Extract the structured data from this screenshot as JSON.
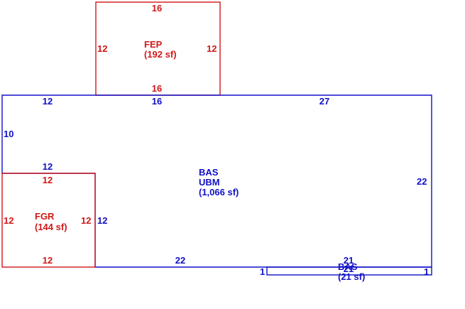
{
  "colors": {
    "main_area": "#1010c8",
    "secondary_area": "#d01818"
  },
  "areas": {
    "fep": {
      "code": "FEP",
      "area": "(192 sf)",
      "dims": {
        "top": "16",
        "left": "12",
        "right": "12",
        "bottom": "16"
      }
    },
    "bas_main": {
      "code": "BAS",
      "sub_code": "UBM",
      "area": "(1,066 sf)",
      "dims": {
        "top_left": "12",
        "top_mid": "16",
        "top_right": "27",
        "left_upper": "10",
        "right": "22",
        "inner_top": "12",
        "inner_right": "12",
        "bottom": "22"
      }
    },
    "fgr": {
      "code": "FGR",
      "area": "(144 sf)",
      "dims": {
        "top": "12",
        "left": "12",
        "right": "12",
        "bottom": "12"
      }
    },
    "bas_small": {
      "code": "BAS",
      "area": "(21 sf)",
      "dims": {
        "top": "21",
        "bottom": "21",
        "left": "1",
        "right": "1"
      }
    }
  }
}
